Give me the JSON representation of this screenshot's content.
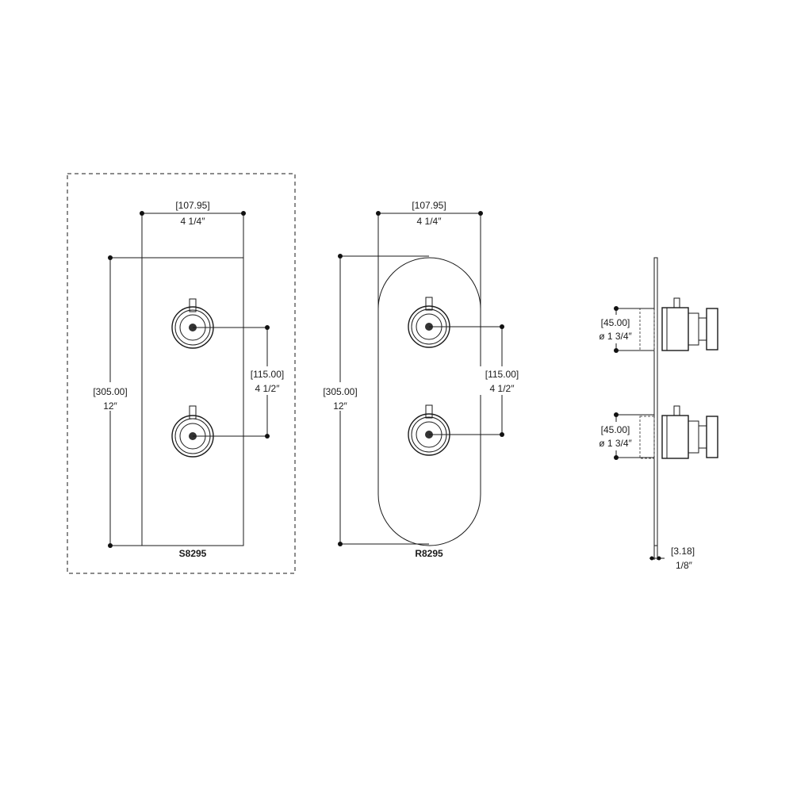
{
  "models": {
    "square": "S8295",
    "round": "R8295"
  },
  "dimensions": {
    "width_mm": "[107.95]",
    "width_in": "4 1/4″",
    "height_mm": "[305.00]",
    "height_in": "12″",
    "spacing_mm": "[115.00]",
    "spacing_in": "4 1/2″",
    "handle_dia_mm": "[45.00]",
    "handle_dia_in": "ø 1 3/4″",
    "plate_thickness_mm": "[3.18]",
    "plate_thickness_in": "1/8″"
  }
}
